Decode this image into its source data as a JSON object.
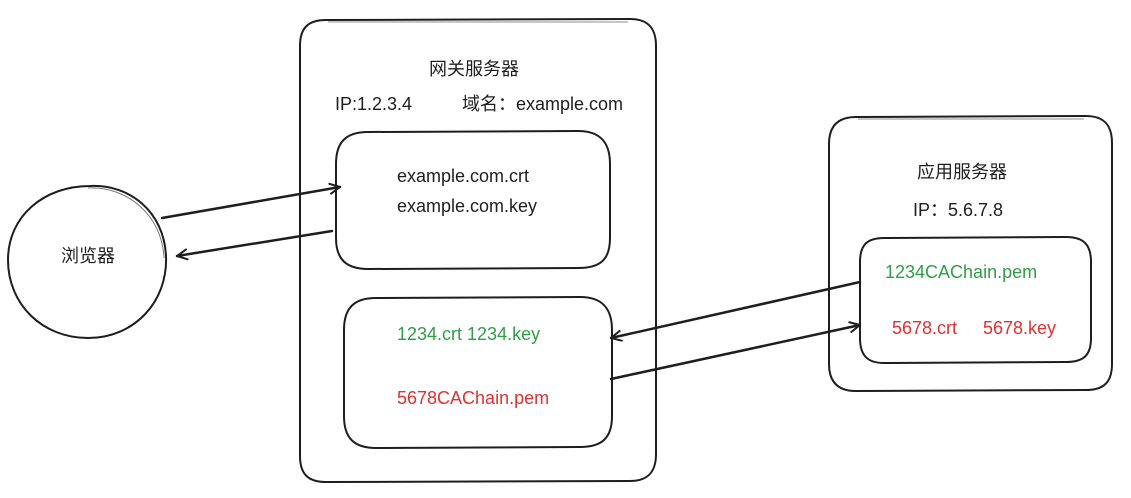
{
  "colors": {
    "stroke": "#1e1e1e",
    "text": "#1e1e1e",
    "green": "#2f9e44",
    "red": "#e03131",
    "background": "#ffffff"
  },
  "browser": {
    "label": "浏览器"
  },
  "gateway": {
    "title": "网关服务器",
    "ip": "IP:1.2.3.4",
    "domain": "域名：example.com",
    "cert_box": {
      "crt": "example.com.crt",
      "key": "example.com.key"
    },
    "mtls_box": {
      "cert_pair": "1234.crt 1234.key",
      "ca_chain": "5678CAChain.pem"
    }
  },
  "app_server": {
    "title": "应用服务器",
    "ip": "IP：5.6.7.8",
    "inner_box": {
      "ca_chain": "1234CAChain.pem",
      "crt": "5678.crt",
      "key": "5678.key"
    }
  }
}
